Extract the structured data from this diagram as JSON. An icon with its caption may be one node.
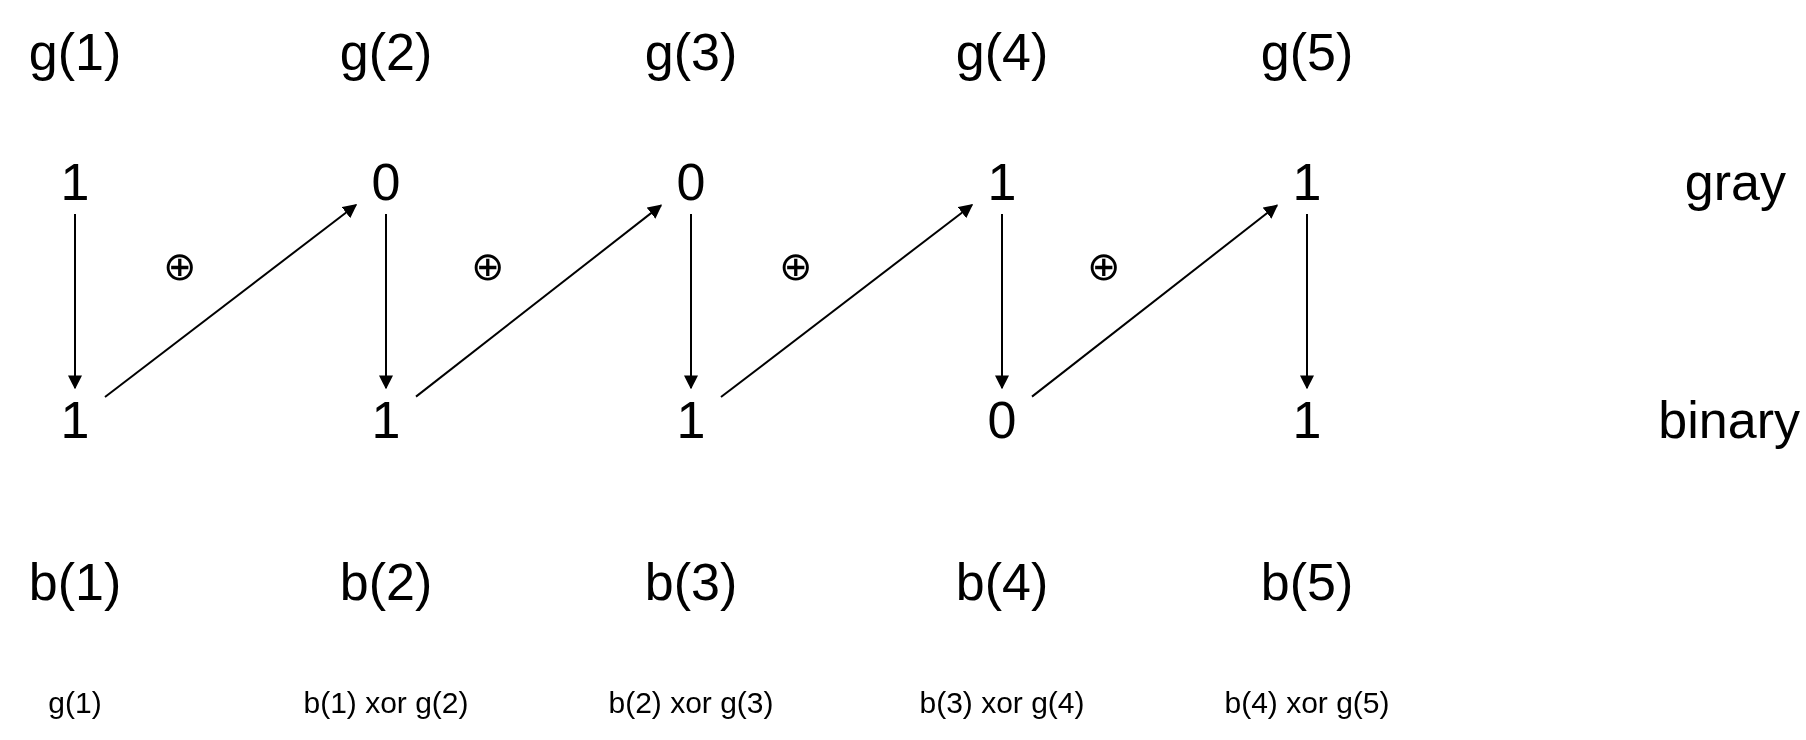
{
  "diagram": {
    "nodes": [
      {
        "text": [
          "1"
        ],
        "beside": [
          "g(1)"
        ]
      },
      {
        "text": [
          "0"
        ],
        "beside": [
          "g(2)"
        ]
      },
      {
        "text": [
          "0"
        ],
        "beside": [
          "g(3)"
        ]
      },
      {
        "text": [
          "1"
        ],
        "beside": [
          "g(4)"
        ]
      },
      {
        "text": [
          "1"
        ],
        "beside": [
          "g(5)"
        ]
      },
      {
        "text": [
          "1"
        ],
        "beside": [
          "b(1)",
          "g(1)"
        ]
      },
      {
        "text": [
          "1"
        ],
        "beside": [
          "b(2)",
          "b(1) xor g(2)"
        ]
      },
      {
        "text": [
          "1"
        ],
        "beside": [
          "b(3)",
          "b(2) xor g(3)"
        ]
      },
      {
        "text": [
          "0"
        ],
        "beside": [
          "b(4)",
          "b(3) xor g(4)"
        ]
      },
      {
        "text": [
          "1"
        ],
        "beside": [
          "b(5)",
          "b(4) xor g(5)"
        ]
      }
    ],
    "edges": [
      {
        "from": 0,
        "to": 5,
        "arrow": "to"
      },
      {
        "from": 5,
        "to": 1,
        "arrow": "to",
        "label": "⊕"
      },
      {
        "from": 1,
        "to": 6,
        "arrow": "to"
      },
      {
        "from": 6,
        "to": 2,
        "arrow": "to",
        "label": "⊕"
      },
      {
        "from": 2,
        "to": 7,
        "arrow": "to"
      },
      {
        "from": 7,
        "to": 3,
        "arrow": "to",
        "label": "⊕"
      },
      {
        "from": 3,
        "to": 8,
        "arrow": "to"
      },
      {
        "from": 8,
        "to": 4,
        "arrow": "to",
        "label": "⊕"
      },
      {
        "from": 4,
        "to": 9,
        "arrow": "to"
      }
    ],
    "labels": [
      "gray",
      "binary"
    ]
  }
}
